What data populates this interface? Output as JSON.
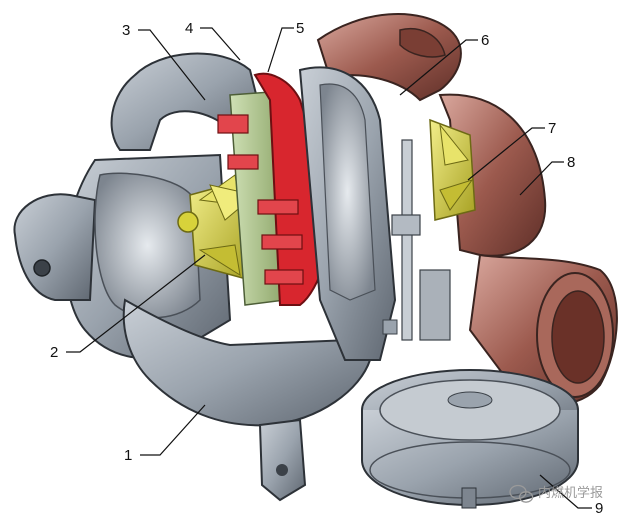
{
  "diagram": {
    "callouts": [
      {
        "id": "1",
        "label": "1"
      },
      {
        "id": "2",
        "label": "2"
      },
      {
        "id": "3",
        "label": "3"
      },
      {
        "id": "4",
        "label": "4"
      },
      {
        "id": "5",
        "label": "5"
      },
      {
        "id": "6",
        "label": "6"
      },
      {
        "id": "7",
        "label": "7"
      },
      {
        "id": "8",
        "label": "8"
      },
      {
        "id": "9",
        "label": "9"
      }
    ],
    "watermark": {
      "text": "内燃机学报",
      "icon": "wechat-logo-icon"
    },
    "colors": {
      "housing": "#9aa3ad",
      "housing_dark": "#5e6670",
      "vane_red": "#d8262e",
      "turbine_yellow": "#d9d23c",
      "copper": "#9c5a4e"
    }
  }
}
